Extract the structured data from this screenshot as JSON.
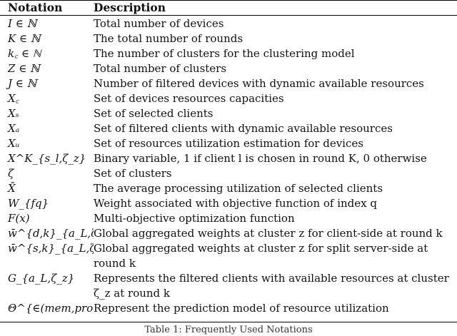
{
  "table": {
    "header": {
      "notation": "Notation",
      "description": "Description"
    },
    "rows": [
      {
        "notation": "I ∈ ℕ",
        "description": "Total number of devices"
      },
      {
        "notation": "K ∈ ℕ",
        "description": "The total number of rounds"
      },
      {
        "notation": "k꜀ ∈ ℕ",
        "description": "The number of clusters for the clustering model"
      },
      {
        "notation": "Z ∈ ℕ",
        "description": "Total number of clusters"
      },
      {
        "notation": "J ∈ ℕ",
        "description": "Number of filtered devices with dynamic available resources"
      },
      {
        "notation": "X꜀",
        "description": "Set of devices resources capacities"
      },
      {
        "notation": "Xₛ",
        "description": "Set of selected clients"
      },
      {
        "notation": "Xₐ",
        "description": "Set of filtered clients with dynamic available resources"
      },
      {
        "notation": "Xᵤ",
        "description": "Set of resources utilization estimation for devices"
      },
      {
        "notation": "X^K_{s_l,ζ_z}",
        "description": "Binary variable, 1 if client l is chosen in round K, 0 otherwise"
      },
      {
        "notation": "ζ",
        "description": "Set of clusters"
      },
      {
        "notation": "X̄",
        "description": "The average processing utilization of selected clients"
      },
      {
        "notation": "W_{fq}",
        "description": "Weight associated with objective function of index q"
      },
      {
        "notation": "F(x)",
        "description": "Multi-objective optimization function"
      },
      {
        "notation": "w̄^{d,k}_{a_L,ζ_z}",
        "description": "Global aggregated weights at cluster z for client-side at round k"
      },
      {
        "notation": "w̄^{s,k}_{a_L,ζ_z}",
        "description": "Global aggregated weights at cluster z for split server-side at round k",
        "two_line": true
      },
      {
        "notation": "G_{a_L,ζ_z}",
        "description": "Represents the filtered clients with available resources at cluster ζ_z at round k",
        "two_line": true
      },
      {
        "notation": "Θ^{∈(mem,pro,dis)}",
        "description": "Represent the prediction model of resource utilization"
      }
    ]
  },
  "caption": "Table 1: Frequently Used Notations"
}
